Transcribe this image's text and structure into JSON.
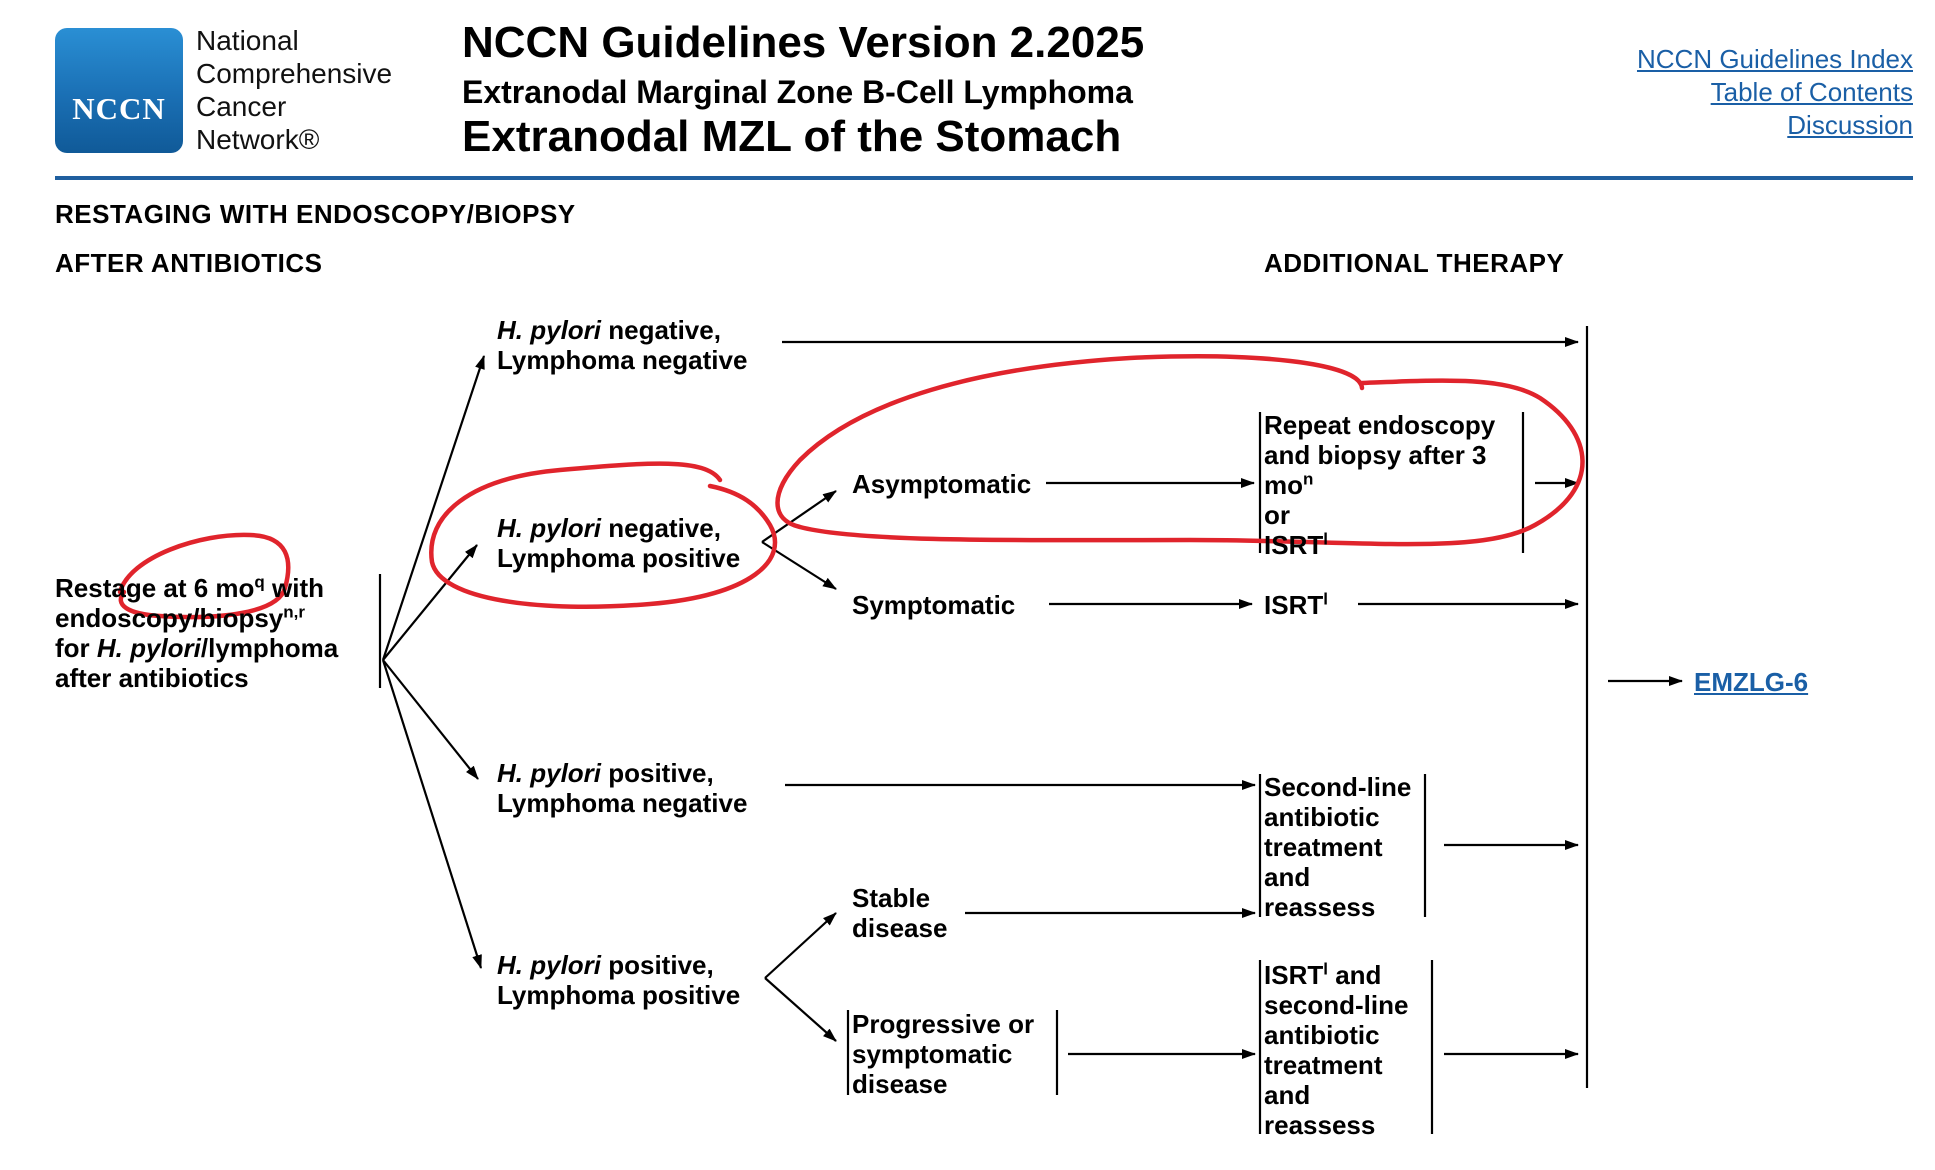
{
  "header": {
    "logo": "NCCN",
    "org_lines": [
      "National",
      "Comprehensive",
      "Cancer",
      "Network®"
    ],
    "title": "NCCN Guidelines Version 2.2025",
    "subtitle": "Extranodal Marginal Zone B-Cell Lymphoma",
    "subtitle2": "Extranodal MZL of the Stomach",
    "links": [
      "NCCN Guidelines Index",
      "Table of Contents",
      "Discussion"
    ],
    "accent_color": "#1f5f9f",
    "link_color": "#1a5fa6"
  },
  "sections": {
    "left_line1": "RESTAGING WITH ENDOSCOPY/BIOPSY",
    "left_line2": "AFTER ANTIBIOTICS",
    "right": "ADDITIONAL THERAPY"
  },
  "flow": {
    "start": {
      "l1_a": "Restage at 6 mo",
      "l1_sup": "q",
      "l1_b": " with",
      "l2_a": "endoscopy/biopsy",
      "l2_sup": "n,r",
      "l3_a": "for ",
      "l3_i": "H. pylori",
      "l3_b": "/lymphoma",
      "l4": "after antibiotics"
    },
    "hp_neg_ly_neg": {
      "i": "H. pylori",
      "a": " negative,",
      "b": "Lymphoma negative"
    },
    "hp_neg_ly_pos": {
      "i": "H. pylori",
      "a": " negative,",
      "b": "Lymphoma positive"
    },
    "hp_pos_ly_neg": {
      "i": "H. pylori",
      "a": " positive,",
      "b": "Lymphoma negative"
    },
    "hp_pos_ly_pos": {
      "i": "H. pylori",
      "a": " positive,",
      "b": "Lymphoma positive"
    },
    "asymptomatic": "Asymptomatic",
    "symptomatic": "Symptomatic",
    "stable": [
      "Stable",
      "disease"
    ],
    "progressive": [
      "Progressive or",
      "symptomatic",
      "disease"
    ],
    "repeat_endo": {
      "l1": "Repeat endoscopy",
      "l2": "and biopsy after 3",
      "l3": "mo",
      "l3_sup": "n",
      "l4": "or",
      "l5": "ISRT",
      "l5_sup": "l"
    },
    "isrt": {
      "text": "ISRT",
      "sup": "l"
    },
    "second_line": [
      "Second-line",
      "antibiotic",
      "treatment",
      "and",
      "reassess"
    ],
    "isrt_second": {
      "l1_a": "ISRT",
      "l1_sup": "l",
      "l1_b": " and",
      "rest": [
        "second-line",
        "antibiotic",
        "treatment",
        "and",
        "reassess"
      ]
    },
    "final_link": "EMZLG-6"
  },
  "annotation_color": "#e0242c"
}
